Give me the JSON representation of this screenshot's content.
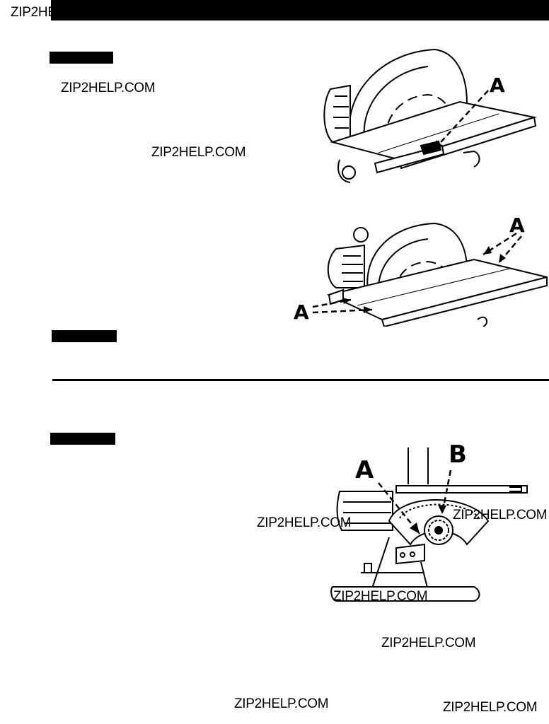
{
  "header": {
    "watermark_clipped": "ZIP2HE"
  },
  "watermarks": {
    "w1": "ZIP2HELP.COM",
    "w2": "ZIP2HELP.COM",
    "w3": "ZIP2HELP.COM",
    "w4": "ZIP2HELP.COM",
    "w5": "ZIP2HELP.COM",
    "w6": "ZIP2HELP.COM",
    "w7": "ZIP2HELP.COM",
    "w8": "ZIP2HELP.COM"
  },
  "figures": {
    "fig1": {
      "callout_a": "A"
    },
    "fig2": {
      "callout_a_top": "A",
      "callout_a_left": "A"
    },
    "fig3": {
      "callout_a": "A",
      "callout_b": "B"
    }
  }
}
